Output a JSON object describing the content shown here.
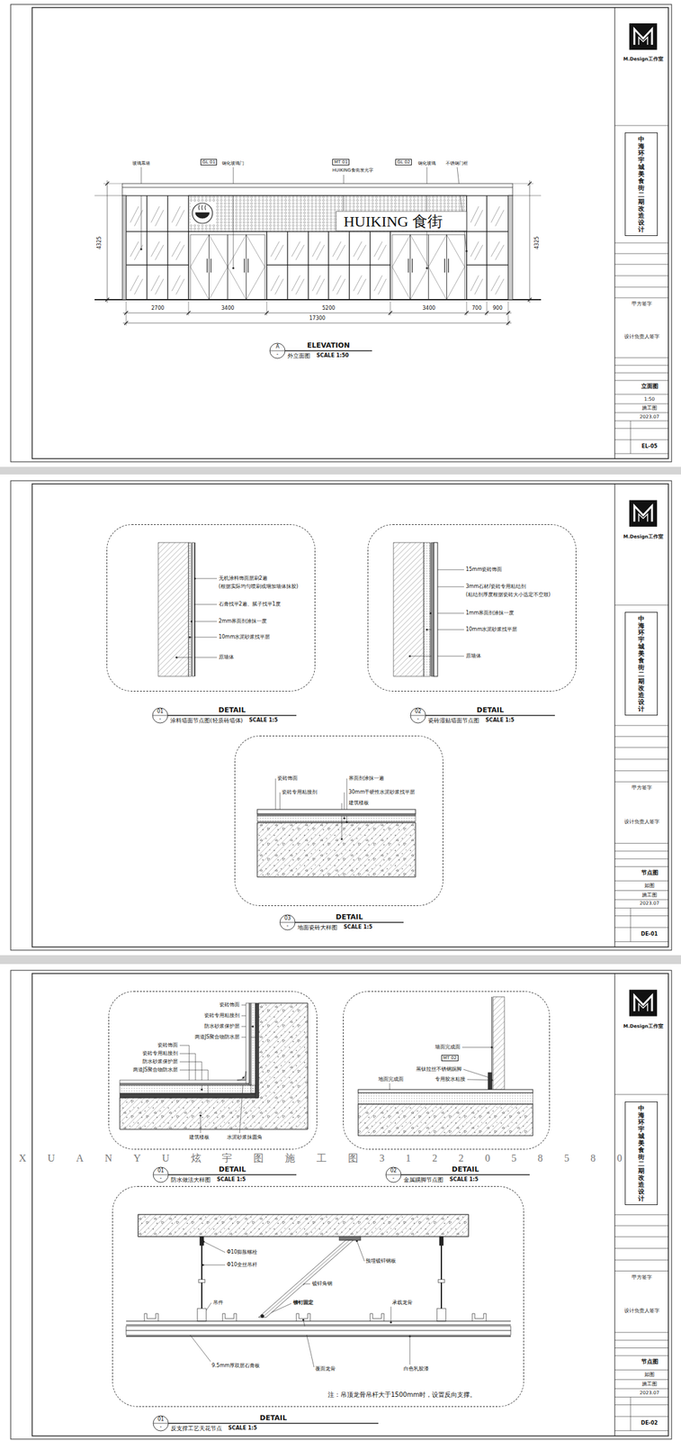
{
  "diagram": {
    "nodes": [
      {
        "text": [
          "中海环宇城美食街二期改造设计"
        ]
      },
      {
        "text": [
          "无机涂料饰面层刷2遍",
          "(根据实际均匀喷刷或增加墙体抹胶)",
          "石膏找平2遍、腻子找平1度",
          "2mm界面剂涂抹一度",
          "10mm水泥砂浆找平层",
          "原墙体"
        ]
      },
      {
        "text": [
          "15mm瓷砖饰面",
          "3mm石材/瓷砖专用粘结剂",
          "(粘结剂厚度根据瓷砖大小选定不空鼓)",
          "1mm界面剂涂抹一度",
          "10mm水泥砂浆找平层",
          "原墙体"
        ]
      },
      {
        "text": [
          "瓷砖饰面",
          "瓷砖专用粘接剂",
          "界面剂涂抹一遍",
          "30mm干硬性水泥砂浆找平层",
          "建筑楼板"
        ]
      },
      {
        "text": [
          "中海环宇城美食街二期改造设计"
        ]
      },
      {
        "text": [
          "瓷砖饰面",
          "瓷砖专用粘接剂",
          "防水砂浆保护层",
          "两道JS聚合物防水层",
          "瓷砖饰面",
          "瓷砖专用粘接剂",
          "防水砂浆保护层",
          "两道JS聚合物防水层",
          "建筑楼板",
          "水泥砂浆抹圆角"
        ]
      },
      {
        "text": [
          "墙面完成面",
          "MT 02",
          "黑钛拉丝不锈钢踢脚",
          "专用胶水粘接",
          "地面完成面"
        ]
      },
      {
        "text": [
          "Φ10膨胀螺栓",
          "Φ10全丝吊杆",
          "预埋镀锌钢板",
          "镀锌角钢",
          "吊件",
          "铆钉固定",
          "承载龙骨",
          "9.5mm厚双层石膏板",
          "覆面龙骨",
          "白色乳胶漆"
        ]
      },
      {
        "text": [
          "中海环宇城美食街二期改造设计"
        ]
      }
    ],
    "labels": [
      "HUIKING 食街",
      "玻璃幕墙",
      "GL 01",
      "钢化玻璃门",
      "MT 01",
      "HUIKING食街发光字",
      "GL 02",
      "钢化玻璃",
      "不锈钢门框",
      "2700",
      "3400",
      "5200",
      "3400",
      "700",
      "900",
      "17300",
      "4325",
      "4325",
      "A",
      "-",
      "ELEVATION",
      "外立面图",
      "SCALE 1:50",
      "M.Design工作室",
      "甲方签字",
      "设计负责人签字",
      "立面图",
      "1:50",
      "施工图",
      "2023.07",
      "EL-05",
      "01",
      "-",
      "DETAIL",
      "涂料墙面节点图(轻质砖墙体)",
      "SCALE 1:5",
      "02",
      "-",
      "DETAIL",
      "瓷砖湿贴墙面节点图",
      "SCALE 1:5",
      "03",
      "-",
      "DETAIL",
      "地面瓷砖大样图",
      "SCALE 1:5",
      "M.Design工作室",
      "甲方签字",
      "设计负责人签字",
      "节点图",
      "如图",
      "施工图",
      "2023.07",
      "DE-01",
      "XUANYU炫宇图施工图3122058580",
      "01",
      "-",
      "DETAIL",
      "防水做法大样图",
      "SCALE 1:5",
      "02",
      "-",
      "DETAIL",
      "金属踢脚节点图",
      "SCALE 1:5",
      "01",
      "-",
      "DETAIL",
      "反支撑工艺天花节点",
      "SCALE 1:5",
      "注：吊顶龙骨吊杆大于1500mm时，设置反向支撑。",
      "M.Design工作室",
      "甲方签字",
      "设计负责人签字",
      "节点图",
      "如图",
      "施工图",
      "2023.07",
      "DE-02"
    ]
  }
}
